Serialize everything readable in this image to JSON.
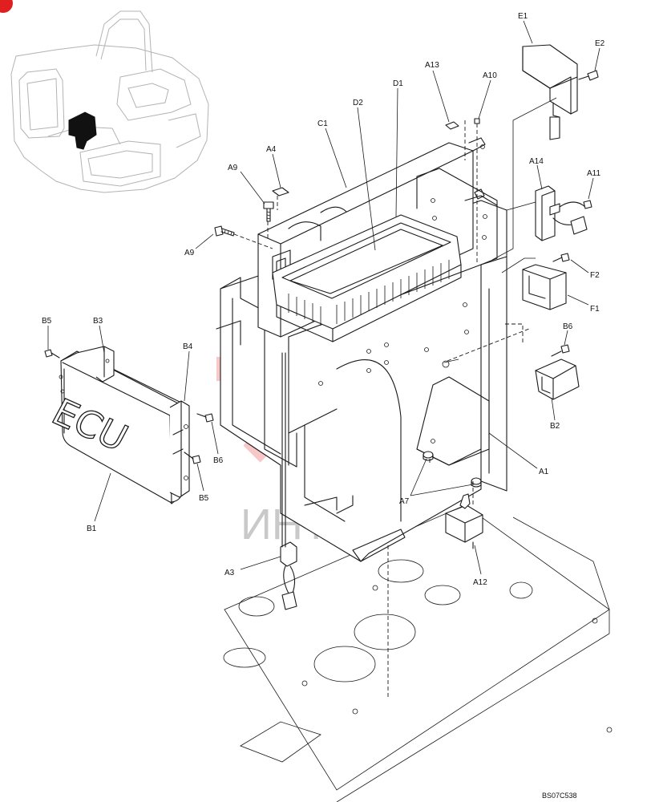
{
  "diagram": {
    "ecu_text": "ECU",
    "watermark": "ИНТЕХ",
    "figure_code": "BS07C538",
    "labels": {
      "e1": "E1",
      "e2": "E2",
      "a13": "A13",
      "a10": "A10",
      "d1": "D1",
      "d2": "D2",
      "c1": "C1",
      "a4": "A4",
      "a9_top": "A9",
      "a9_left": "A9",
      "a14": "A14",
      "a11": "A11",
      "f2": "F2",
      "f1": "F1",
      "b5_top": "B5",
      "b3": "B3",
      "b4": "B4",
      "b6_right": "B6",
      "b2": "B2",
      "b6_mid": "B6",
      "b5_bottom": "B5",
      "b1": "B1",
      "a1": "A1",
      "a7": "A7",
      "a3": "A3",
      "a12": "A12"
    },
    "colors": {
      "line": "#1a1a1a",
      "watermark_red": "#e83a3a",
      "watermark_grey": "#c9c9c9"
    }
  }
}
